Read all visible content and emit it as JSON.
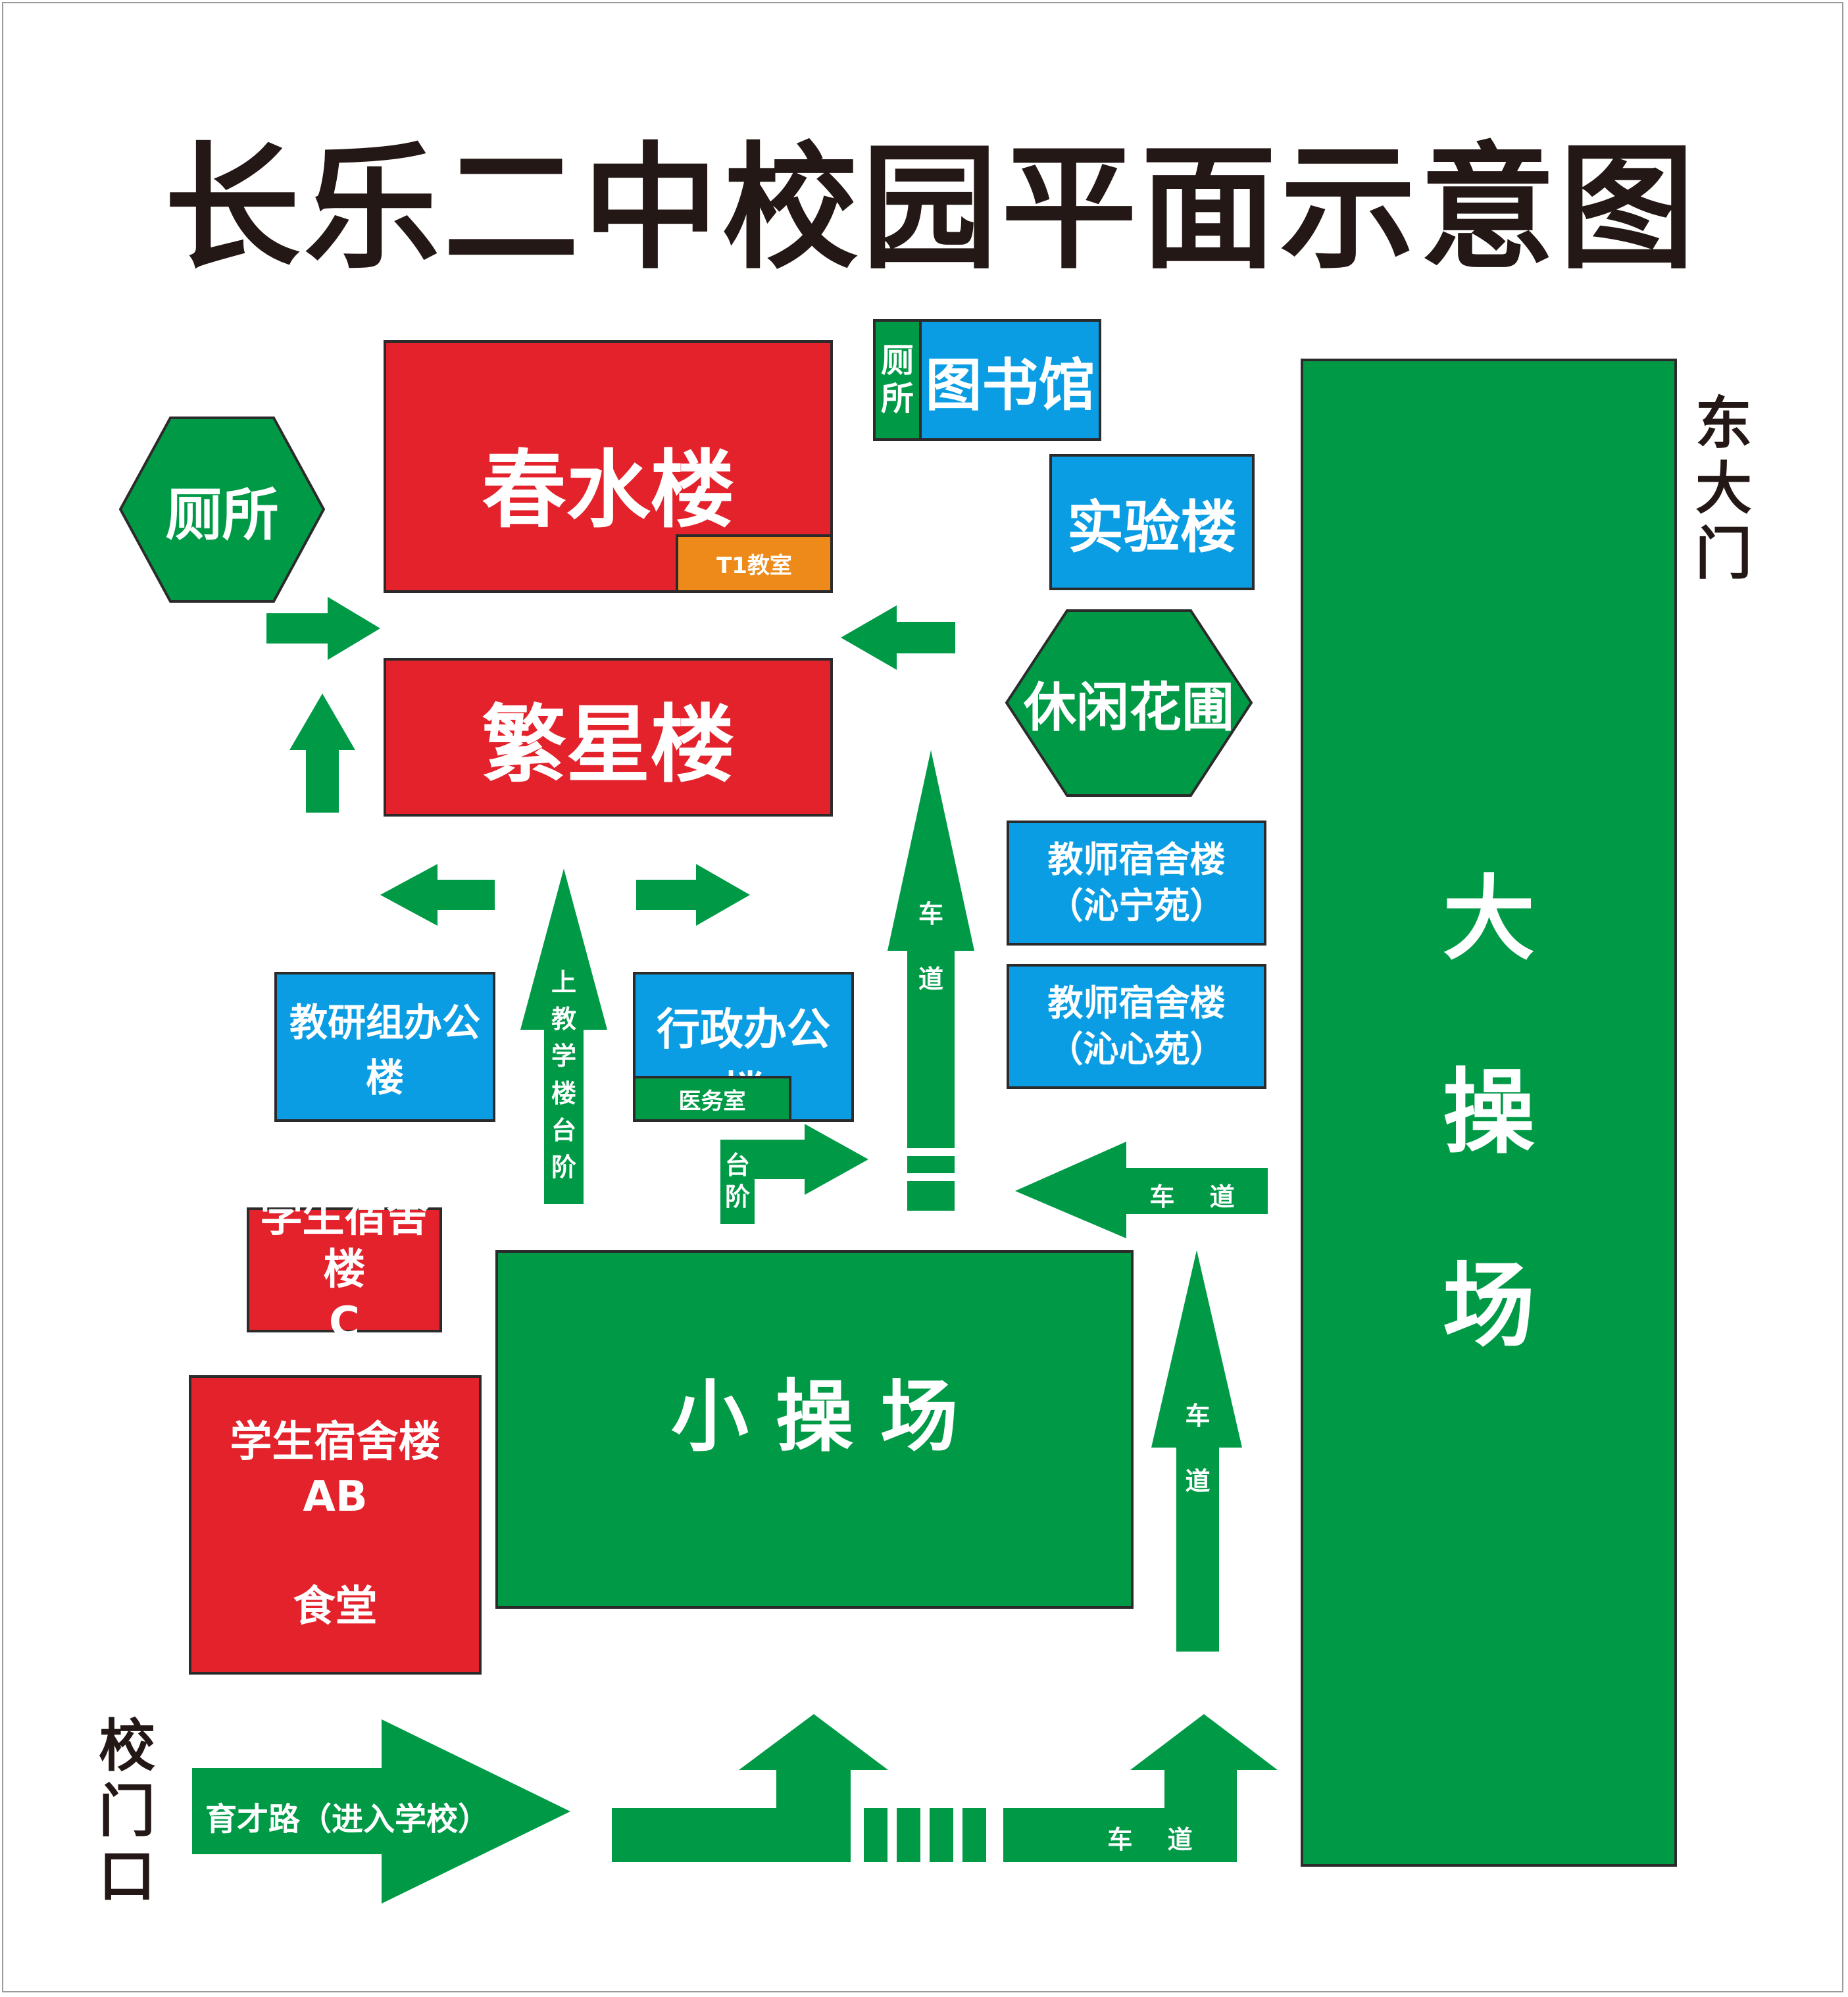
{
  "title": "长乐二中校园平面示意图",
  "buildings": {
    "chunshui": "春水楼",
    "t1": "T1教室",
    "fanxing": "繁星楼",
    "toilet_hex": "厕所",
    "toilet_small": "厕\n所",
    "library": "图书馆",
    "lab": "实验楼",
    "garden": "休闲花圃",
    "teacher_dorm_1": "教师宿舍楼\n（沁宁苑）",
    "teacher_dorm_2": "教师宿舍楼\n（沁心苑）",
    "research_office": "教研组办公楼",
    "admin_office": "行政办公楼",
    "clinic": "医务室",
    "student_dorm_c": "学生宿舍楼\nC",
    "student_dorm_ab": "学生宿舍楼\nAB\n\n食堂",
    "small_field": "小 操 场",
    "big_field": "大\n\n操\n\n场"
  },
  "labels": {
    "east_gate": "东\n大\n门",
    "school_gate": "校\n门\n口",
    "road_in": "育才路（进入学校）",
    "stairs_up": "上\n教\n学\n楼\n台\n阶",
    "stairs": "台\n阶",
    "lane_v1": "车\n\n道",
    "lane_v2": "车\n\n道",
    "lane_h1": "车 道",
    "lane_h2": "车 道"
  },
  "colors": {
    "red": "#e3222c",
    "blue": "#0a9de3",
    "green": "#009a47",
    "orange": "#ee8a19",
    "text_dark": "#231815"
  }
}
